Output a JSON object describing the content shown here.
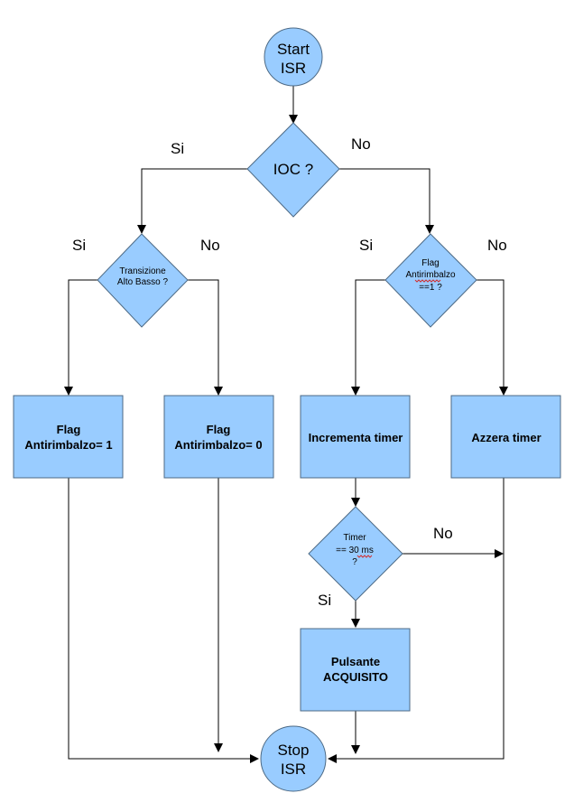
{
  "start": {
    "line1": "Start",
    "line2": "ISR"
  },
  "stop": {
    "line1": "Stop",
    "line2": "ISR"
  },
  "decisions": {
    "ioc": {
      "text": "IOC ?",
      "yes": "Si",
      "no": "No"
    },
    "transizione": {
      "line1": "Transizione",
      "line2": "Alto Basso ?",
      "yes": "Si",
      "no": "No"
    },
    "flag_check": {
      "line1": "Flag",
      "line2": "Antirimbalzo",
      "line3": "==1 ?",
      "yes": "Si",
      "no": "No"
    },
    "timer_check": {
      "line1": "Timer",
      "line2": "== 30 ms",
      "line3": "?",
      "yes": "Si",
      "no": "No"
    }
  },
  "processes": {
    "flag1": {
      "line1": "Flag",
      "line2": "Antirimbalzo= 1"
    },
    "flag0": {
      "line1": "Flag",
      "line2": "Antirimbalzo= 0"
    },
    "incrementa": {
      "text": "Incrementa timer"
    },
    "azzera": {
      "text": "Azzera timer"
    },
    "pulsante": {
      "line1": "Pulsante",
      "line2": "ACQUISITO"
    }
  },
  "colors": {
    "shape_fill": "#99ccff",
    "shape_stroke": "#4d6a85",
    "connector": "#000000"
  }
}
